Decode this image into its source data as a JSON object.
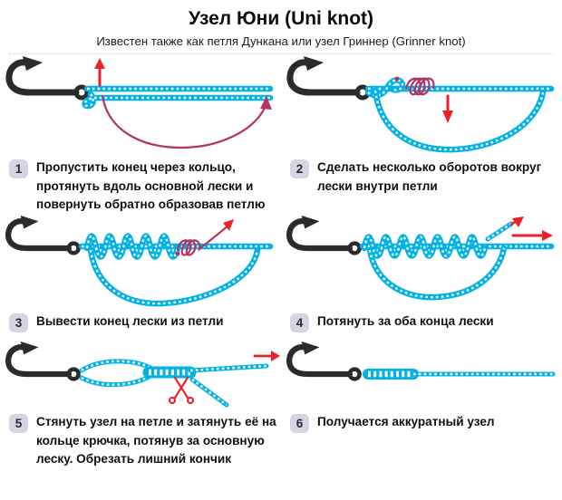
{
  "header": {
    "title": "Узел Юни (Uni knot)",
    "subtitle": "Известен также как петля Дункана или узел Гриннер (Grinner knot)"
  },
  "steps": [
    {
      "number": "1",
      "text": "Пропустить конец через кольцо, протянуть вдоль основной лески и повернуть обратно образовав петлю"
    },
    {
      "number": "2",
      "text": "Сделать несколько оборотов вокруг лески внутри петли"
    },
    {
      "number": "3",
      "text": "Вывести конец лески из петли"
    },
    {
      "number": "4",
      "text": "Потянуть за оба конца лески"
    },
    {
      "number": "5",
      "text": "Стянуть узел на петле и затянуть её на кольце крючка, потянув за основную леску. Обрезать лишний кончик"
    },
    {
      "number": "6",
      "text": "Получается аккуратный узел"
    }
  ],
  "colors": {
    "background": "#ffffff",
    "line_blue": "#00b2e5",
    "hook_black": "#2b2b2b",
    "arrow_red": "#e8212b",
    "arrow_crimson": "#b23468",
    "badge_background": "#d5d5e1",
    "text": "#101010"
  }
}
